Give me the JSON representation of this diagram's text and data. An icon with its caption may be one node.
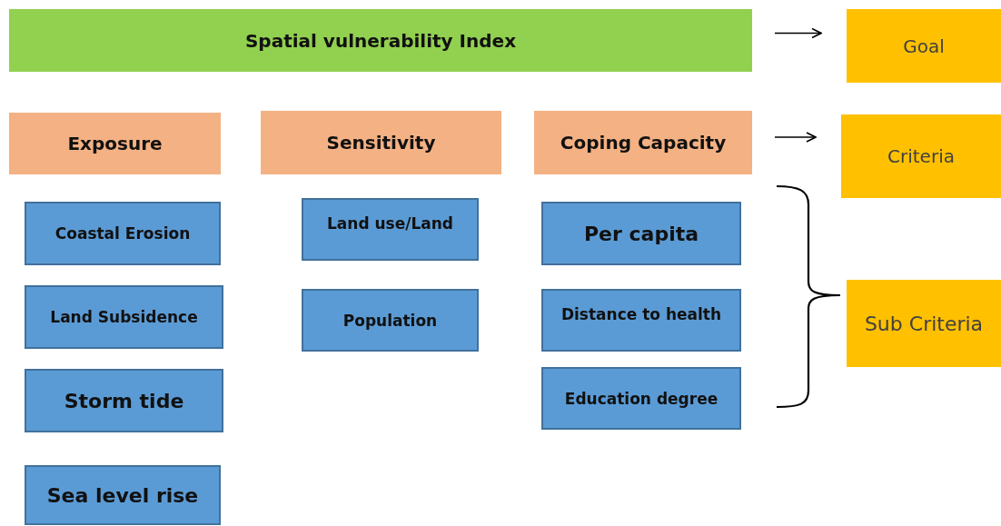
{
  "diagram": {
    "nodes": [
      {
        "text": [
          "Spatial vulnerability Index"
        ]
      },
      {
        "text": [
          "Goal"
        ]
      },
      {
        "text": [
          "Exposure"
        ]
      },
      {
        "text": [
          "Sensitivity"
        ]
      },
      {
        "text": [
          "Coping Capacity"
        ]
      },
      {
        "text": [
          "Criteria"
        ]
      },
      {
        "text": [
          "Coastal Erosion"
        ]
      },
      {
        "text": [
          "Land Subsidence"
        ]
      },
      {
        "text": [
          "Storm tide"
        ]
      },
      {
        "text": [
          "Sea level rise"
        ]
      },
      {
        "text": [
          "Land use/Land"
        ]
      },
      {
        "text": [
          "Population"
        ]
      },
      {
        "text": [
          "Per capita"
        ]
      },
      {
        "text": [
          "Distance to health"
        ]
      },
      {
        "text": [
          "Education degree"
        ]
      },
      {
        "text": [
          "Sub Criteria"
        ]
      }
    ],
    "edges": [
      {
        "from": 0,
        "to": 1,
        "arrow": "to"
      },
      {
        "from": 4,
        "to": 5,
        "arrow": "to"
      }
    ]
  }
}
